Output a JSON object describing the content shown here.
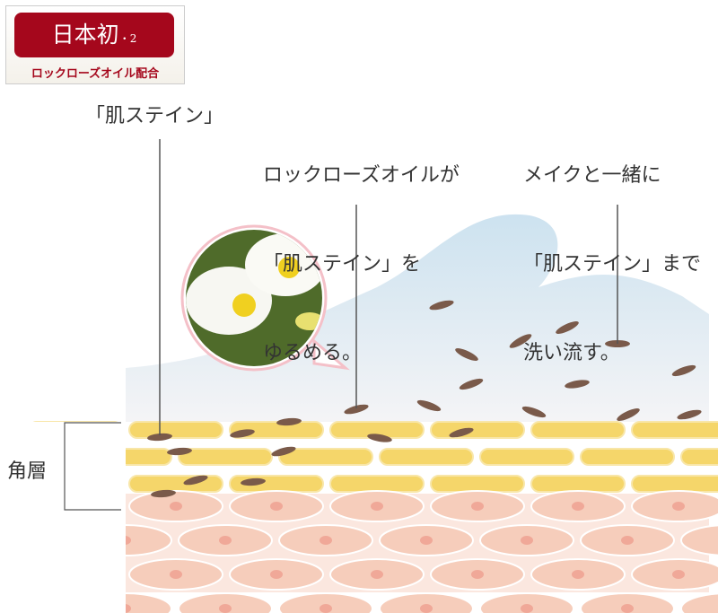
{
  "badge": {
    "title": "日本初",
    "note": "・2",
    "subtitle": "ロックローズオイル配合"
  },
  "labels": {
    "stain": "「肌ステイン」",
    "rockrose": [
      "ロックローズオイルが",
      "「肌ステイン」を",
      "ゆるめる。"
    ],
    "wash": [
      "メイクと一緒に",
      "「肌ステイン」まで",
      "洗い流す。"
    ]
  },
  "layer_label": "角層",
  "colors": {
    "badge": "#a5071c",
    "corneum": "#f5d66a",
    "skin": "#f6cdbb",
    "stain": "#7a5a4a",
    "water": "#cfe3ef"
  }
}
